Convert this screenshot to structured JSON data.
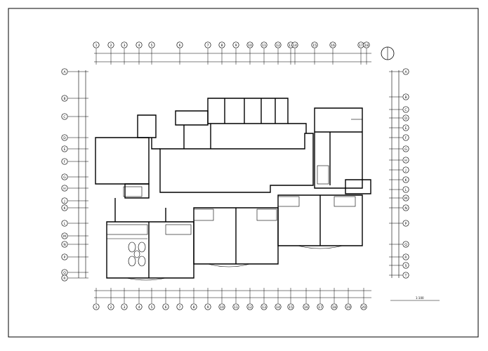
{
  "top_axes": [
    "1",
    "2",
    "3",
    "4",
    "5",
    "6",
    "7",
    "8",
    "9",
    "10",
    "11",
    "12",
    "13",
    "14",
    "15",
    "16",
    "17",
    "18"
  ],
  "bottom_axes": [
    "1",
    "2",
    "3",
    "4",
    "5",
    "6",
    "7",
    "8",
    "9",
    "10",
    "11",
    "12",
    "13",
    "14",
    "15",
    "16",
    "17",
    "18",
    "19",
    "20"
  ],
  "left_axes": [
    "A",
    "B",
    "C",
    "D",
    "E",
    "F",
    "G",
    "H",
    "J",
    "K",
    "L",
    "M",
    "N",
    "P",
    "Q",
    "R"
  ],
  "right_axes": [
    "A",
    "B",
    "C",
    "D",
    "E",
    "F",
    "G",
    "H",
    "J",
    "K",
    "L",
    "M",
    "N",
    "P",
    "Q",
    "R",
    "S",
    "T"
  ],
  "scale_text": "1:100"
}
